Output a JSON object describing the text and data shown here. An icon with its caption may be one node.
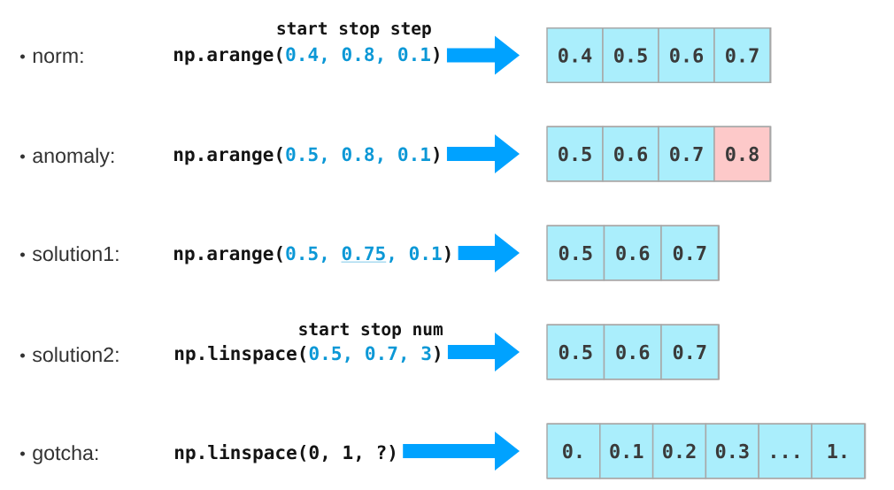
{
  "diagram": {
    "nodes": [
      {
        "text": [
          "np.arange(0.4, 0.8, 0.1)"
        ],
        "beside": [
          "start stop step"
        ]
      },
      {
        "text": [],
        "shape": "box"
      },
      {
        "text": [
          "0.4"
        ],
        "in": 1
      },
      {
        "text": [
          "0.5"
        ],
        "in": 1
      },
      {
        "text": [
          "0.6"
        ],
        "in": 1
      },
      {
        "text": [
          "0.7"
        ],
        "in": 1
      },
      {
        "text": [
          "np.arange(0.5, 0.8, 0.1)"
        ]
      },
      {
        "text": [],
        "shape": "box"
      },
      {
        "text": [
          "0.5"
        ],
        "in": 7
      },
      {
        "text": [
          "0.6"
        ],
        "in": 7
      },
      {
        "text": [
          "0.7"
        ],
        "in": 7
      },
      {
        "text": [
          "0.8"
        ],
        "in": 7
      },
      {
        "text": [
          "np.arange(0.5, 0.75, 0.1)"
        ]
      },
      {
        "text": [],
        "shape": "box"
      },
      {
        "text": [
          "0.5"
        ],
        "in": 13
      },
      {
        "text": [
          "0.6"
        ],
        "in": 13
      },
      {
        "text": [
          "0.7"
        ],
        "in": 13
      },
      {
        "text": [
          "np.linspace(0.5, 0.7, 3)"
        ],
        "beside": [
          "start stop num"
        ]
      },
      {
        "text": [],
        "shape": "box"
      },
      {
        "text": [
          "0.5"
        ],
        "in": 18
      },
      {
        "text": [
          "0.6"
        ],
        "in": 18
      },
      {
        "text": [
          "0.7"
        ],
        "in": 18
      },
      {
        "text": [
          "np.linspace(0, 1, ?)"
        ]
      },
      {
        "text": [],
        "shape": "box"
      },
      {
        "text": [
          "0."
        ],
        "in": 23
      },
      {
        "text": [
          "0.1"
        ],
        "in": 23
      },
      {
        "text": [
          "0.2"
        ],
        "in": 23
      },
      {
        "text": [
          "0.3"
        ],
        "in": 23
      },
      {
        "text": [
          "..."
        ],
        "in": 23
      },
      {
        "text": [
          "1."
        ],
        "in": 23
      }
    ],
    "edges": [
      {
        "from": 0,
        "to": 1,
        "arrow": "to"
      },
      {
        "from": 6,
        "to": 7,
        "arrow": "to"
      },
      {
        "from": 12,
        "to": 13,
        "arrow": "to"
      },
      {
        "from": 17,
        "to": 18,
        "arrow": "to"
      },
      {
        "from": 22,
        "to": 23,
        "arrow": "to"
      }
    ],
    "labels": [
      "norm:",
      "anomaly:",
      "solution1:",
      "solution2:",
      "gotcha:"
    ]
  }
}
